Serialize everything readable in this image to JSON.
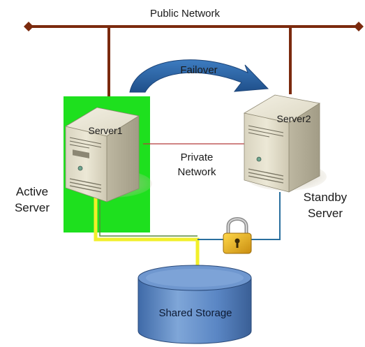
{
  "diagram": {
    "public_network_label": "Public Network",
    "failover_label": "Failover",
    "private_network_label": [
      "Private",
      "Network"
    ],
    "server1_label": "Server1",
    "server2_label": "Server2",
    "active_server_label": [
      "Active",
      "Server"
    ],
    "standby_server_label": [
      "Standby",
      "Server"
    ],
    "shared_storage_label": "Shared Storage"
  },
  "colors": {
    "public_network": "#7b2a0e",
    "private_network": "#b43a3a",
    "active_highlight": "#1ee01e",
    "active_link": "#f2ef2a",
    "standby_link": "#2a6f9e",
    "arrow": "#2c68a8",
    "storage": "#5a86c4",
    "lock": "#e5b21a"
  },
  "icons": {
    "server1": "tower-server-icon",
    "server2": "tower-server-icon",
    "lock": "padlock-icon",
    "storage": "database-cylinder-icon"
  }
}
